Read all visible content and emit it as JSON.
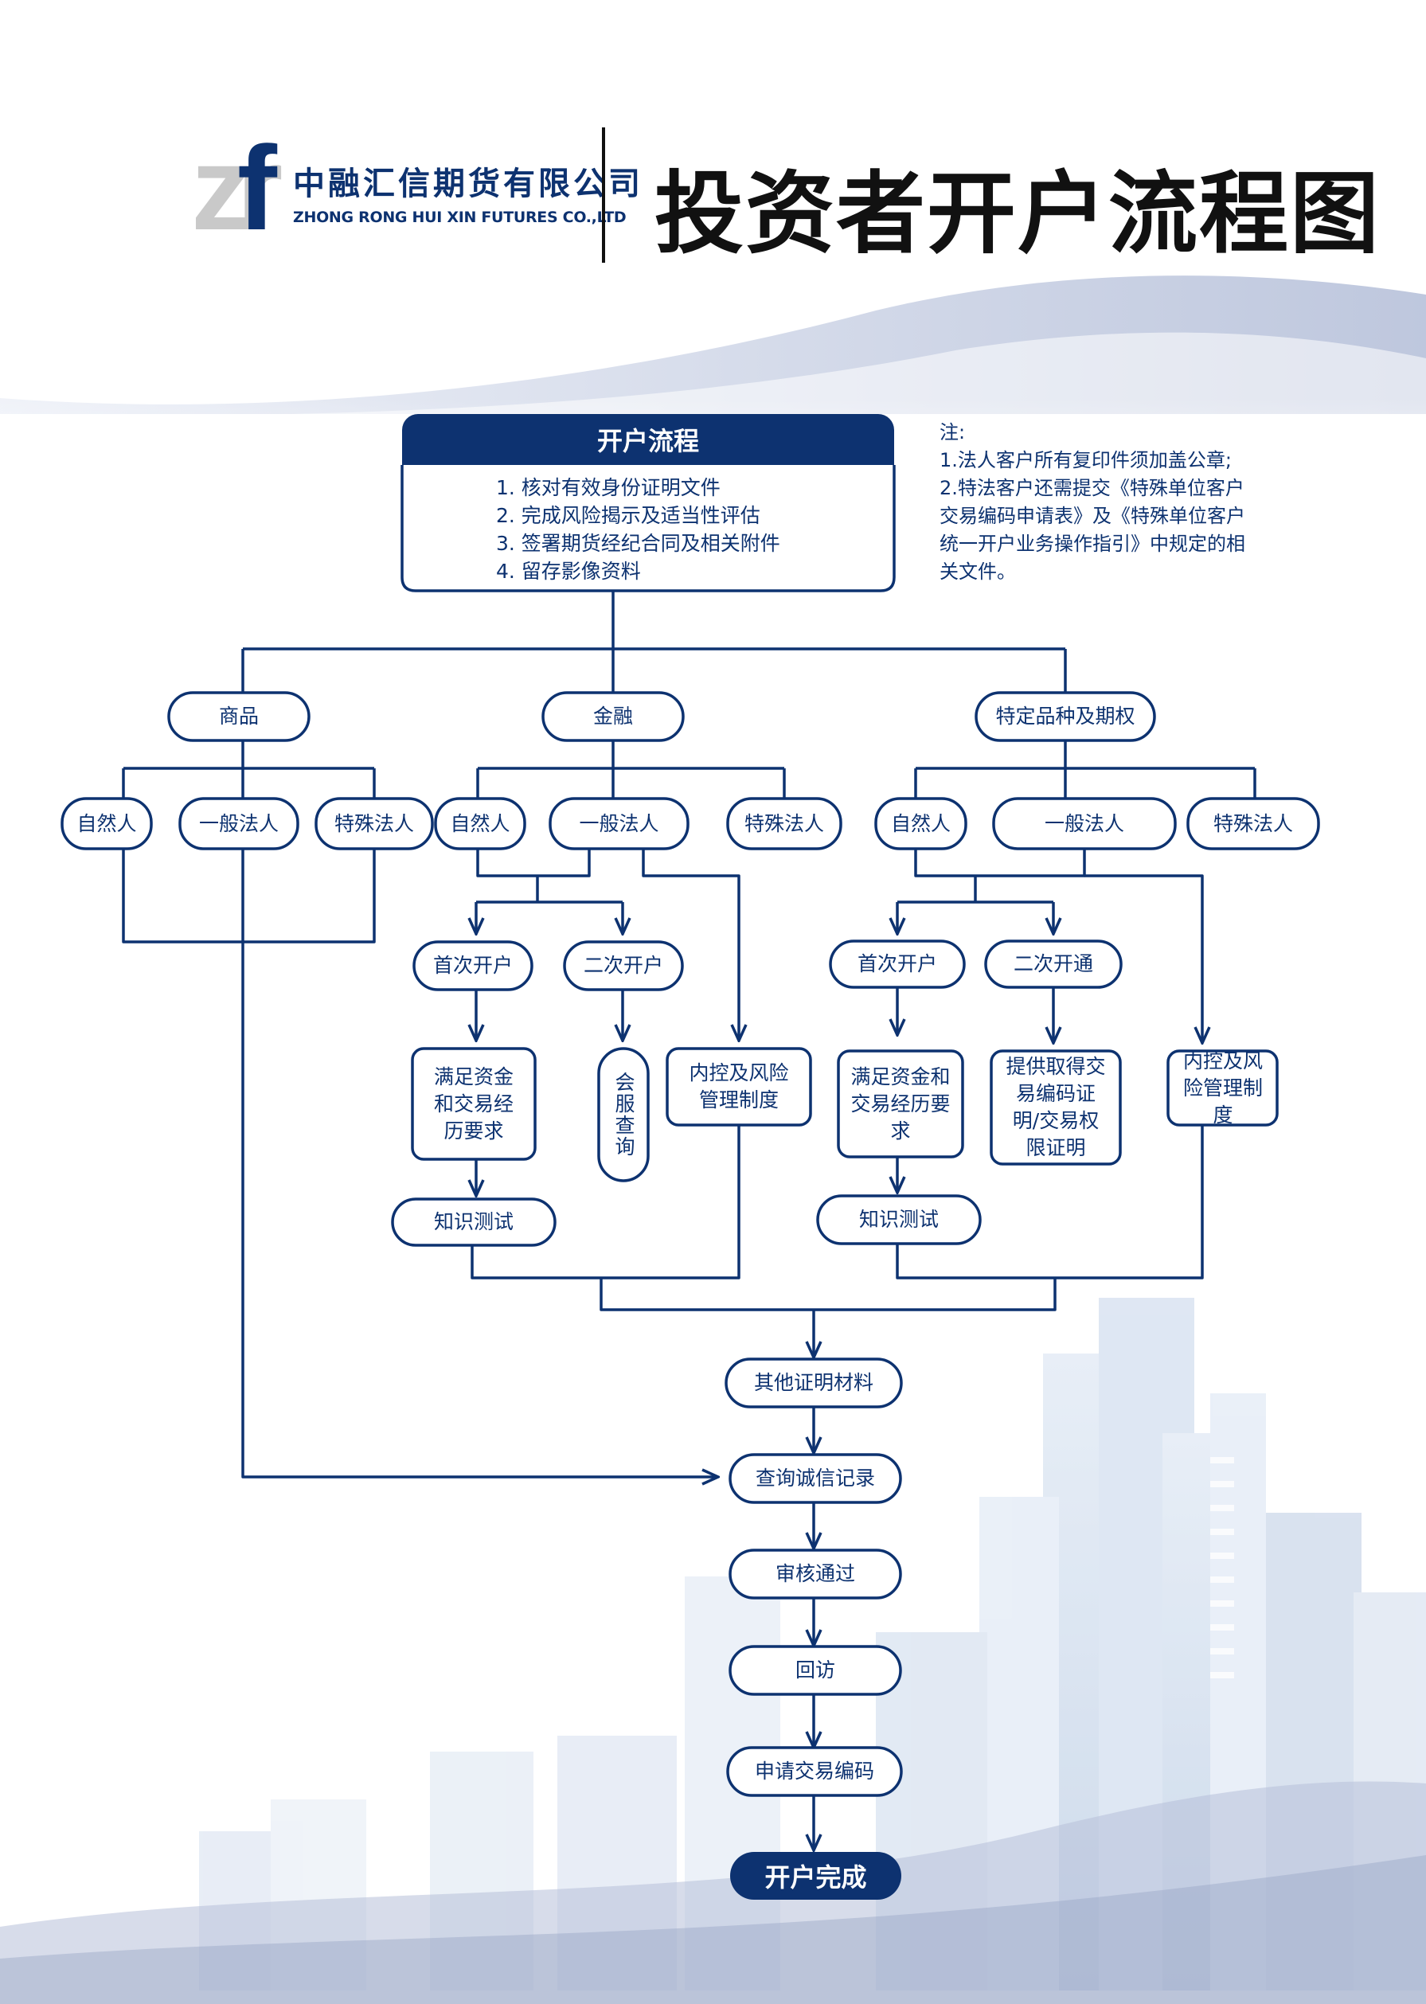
{
  "header": {
    "logo_mark": "zrf",
    "company_cn": "中融汇信期货有限公司",
    "company_en": "ZHONG RONG HUI XIN FUTURES CO.,LTD",
    "title": "投资者开户流程图"
  },
  "main_box": {
    "title": "开户流程",
    "items": [
      "1. 核对有效身份证明文件",
      "2. 完成风险揭示及适当性评估",
      "3. 签署期货经纪合同及相关附件",
      "4. 留存影像资料"
    ]
  },
  "notes": [
    "注:",
    "1.法人客户所有复印件须加盖公章;",
    "2.特法客户还需提交《特殊单位客户",
    "交易编码申请表》及《特殊单位客户",
    "统一开户业务操作指引》中规定的相",
    "关文件。"
  ],
  "categories": [
    "商品",
    "金融",
    "特定品种及期权"
  ],
  "client_types": {
    "natural": "自然人",
    "general": "一般法人",
    "special": "特殊法人"
  },
  "finance": {
    "first": "首次开户",
    "second": "二次开户",
    "req": "满足资金和交易经历要求",
    "member": "会服查询",
    "internal": "内控及风险管理制度",
    "test": "知识测试"
  },
  "specific": {
    "first": "首次开户",
    "second": "二次开通",
    "req": "满足资金和交易经历要求",
    "proof": "提供取得交易编码证明/交易权限证明",
    "internal": "内控及风险管理制度",
    "test": "知识测试"
  },
  "steps": [
    "其他证明材料",
    "查询诚信记录",
    "审核通过",
    "回访",
    "申请交易编码"
  ],
  "final": "开户完成",
  "colors": {
    "primary": "#0d3270",
    "background_accent": "#c9d2e6"
  }
}
